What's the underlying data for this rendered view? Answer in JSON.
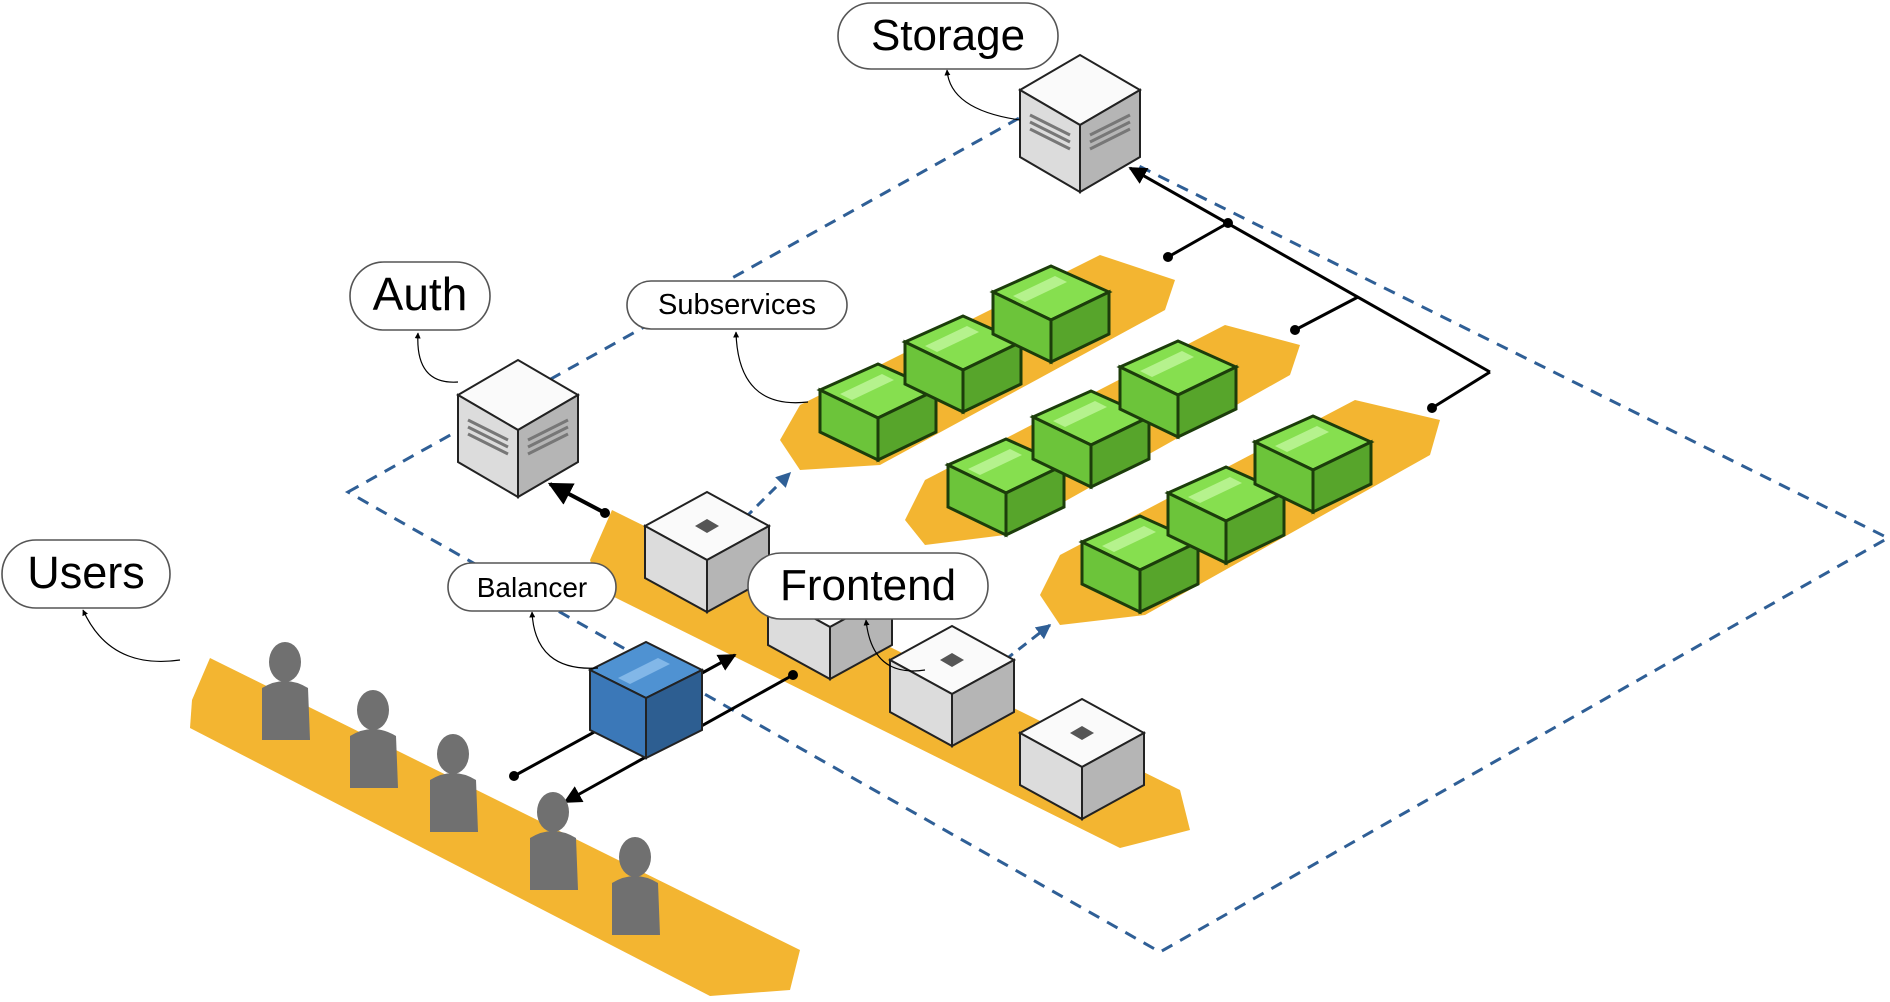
{
  "labels": {
    "storage": "Storage",
    "auth": "Auth",
    "subservices": "Subservices",
    "users": "Users",
    "balancer": "Balancer",
    "frontend": "Frontend"
  },
  "colors": {
    "band": "#f3b531",
    "boundary": "#2f5f96",
    "server_top": "#fafafa",
    "server_left": "#d9d9d9",
    "server_right": "#b5b5b5",
    "balancer": "#3b78b8",
    "service_green": "#6cc43a",
    "person": "#707070",
    "connector": "#000000"
  },
  "icons": {
    "storage": "server-icon",
    "auth": "server-icon",
    "frontend_nodes": "box-icon",
    "balancer": "package-icon",
    "subservices": "package-icon",
    "users": "person-icon"
  }
}
